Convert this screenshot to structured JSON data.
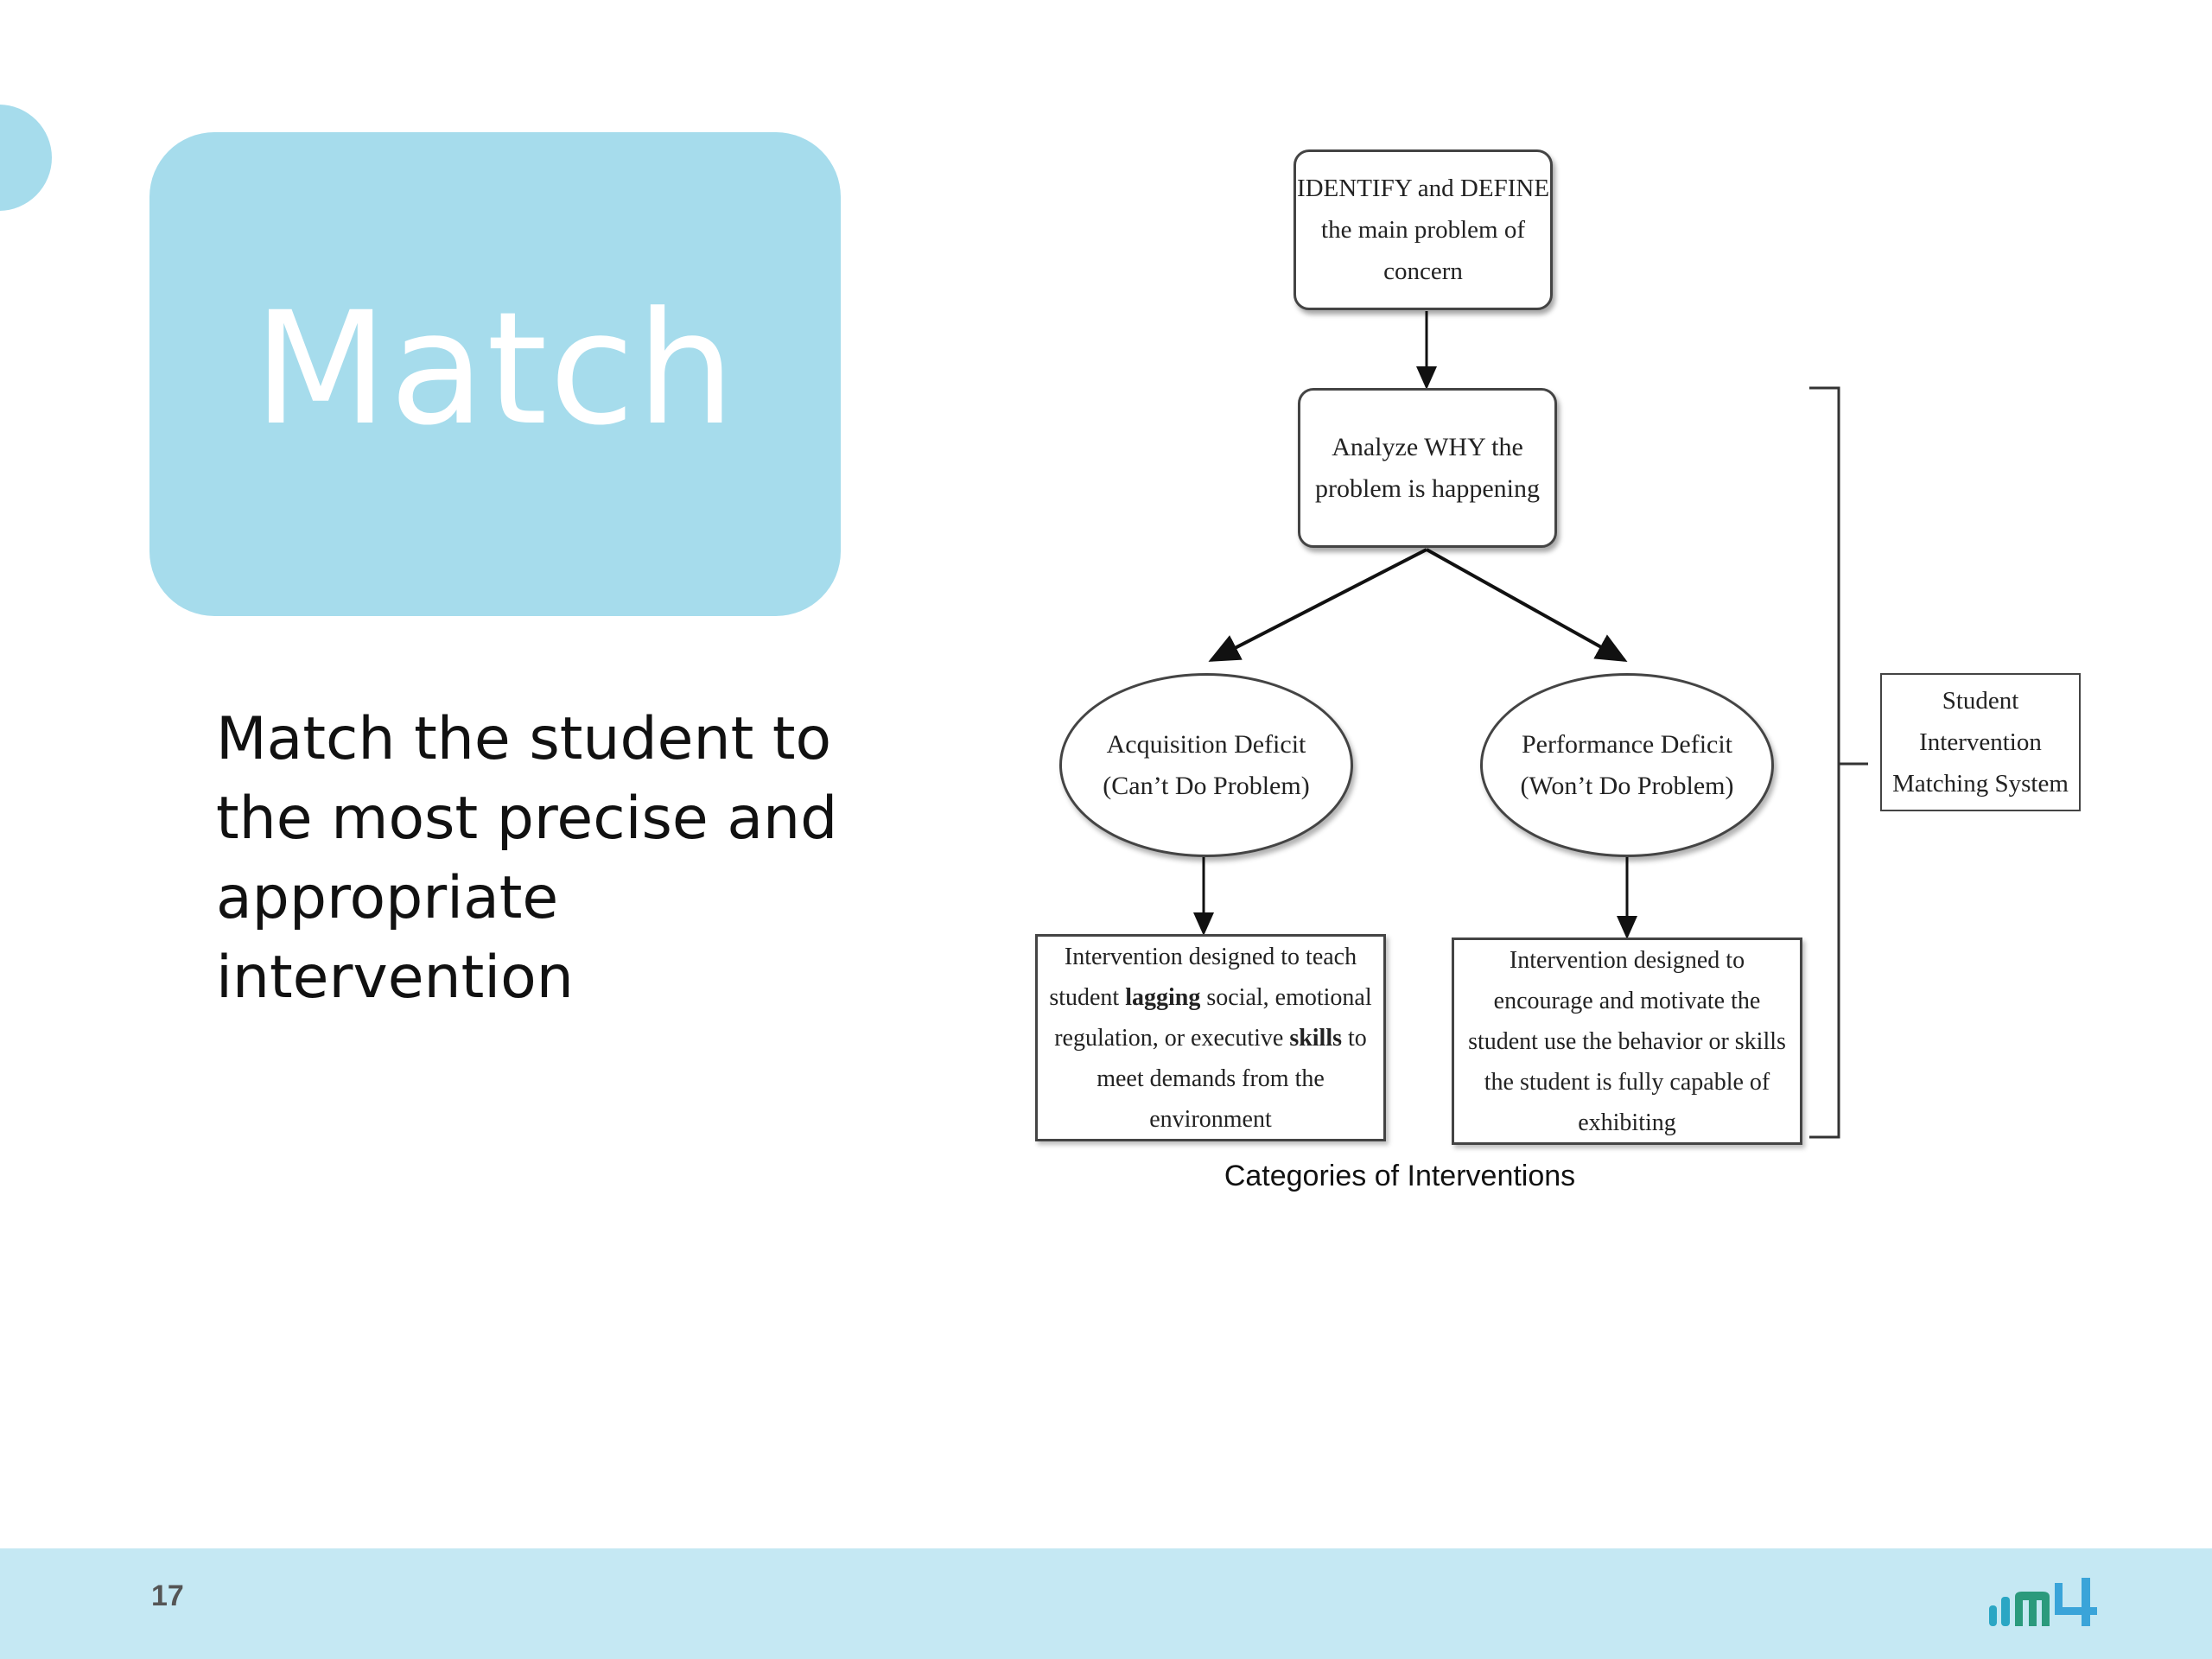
{
  "slide": {
    "title": "Match",
    "body": "Match the student to the most precise and appropriate intervention",
    "page_number": "17",
    "accent_color": "#a6dcec",
    "footer_color": "#c5e8f3"
  },
  "diagram": {
    "identify": "IDENTIFY and DEFINE the main problem of concern",
    "analyze": "Analyze WHY the problem is happening",
    "acquisition": {
      "line1": "Acquisition Deficit",
      "line2": "(Can’t Do Problem)"
    },
    "performance": {
      "line1": "Performance Deficit",
      "line2": "(Won’t Do Problem)"
    },
    "intervention_teach": {
      "part1": "Intervention designed to teach student ",
      "bold1": "lagging",
      "part2": " social, emotional regulation, or executive ",
      "bold2": "skills",
      "part3": " to meet demands from the environment"
    },
    "intervention_encourage": "Intervention designed to encourage and motivate the student use the behavior or skills the student is fully capable of exhibiting",
    "system_label": "Student Intervention Matching System",
    "caption": "Categories of Interventions"
  },
  "logo": {
    "icon": "m4-logo-icon",
    "bar_colors": [
      "#2aa6c4",
      "#2b9a7c",
      "#2e7fc2",
      "#3aa4d9"
    ]
  }
}
